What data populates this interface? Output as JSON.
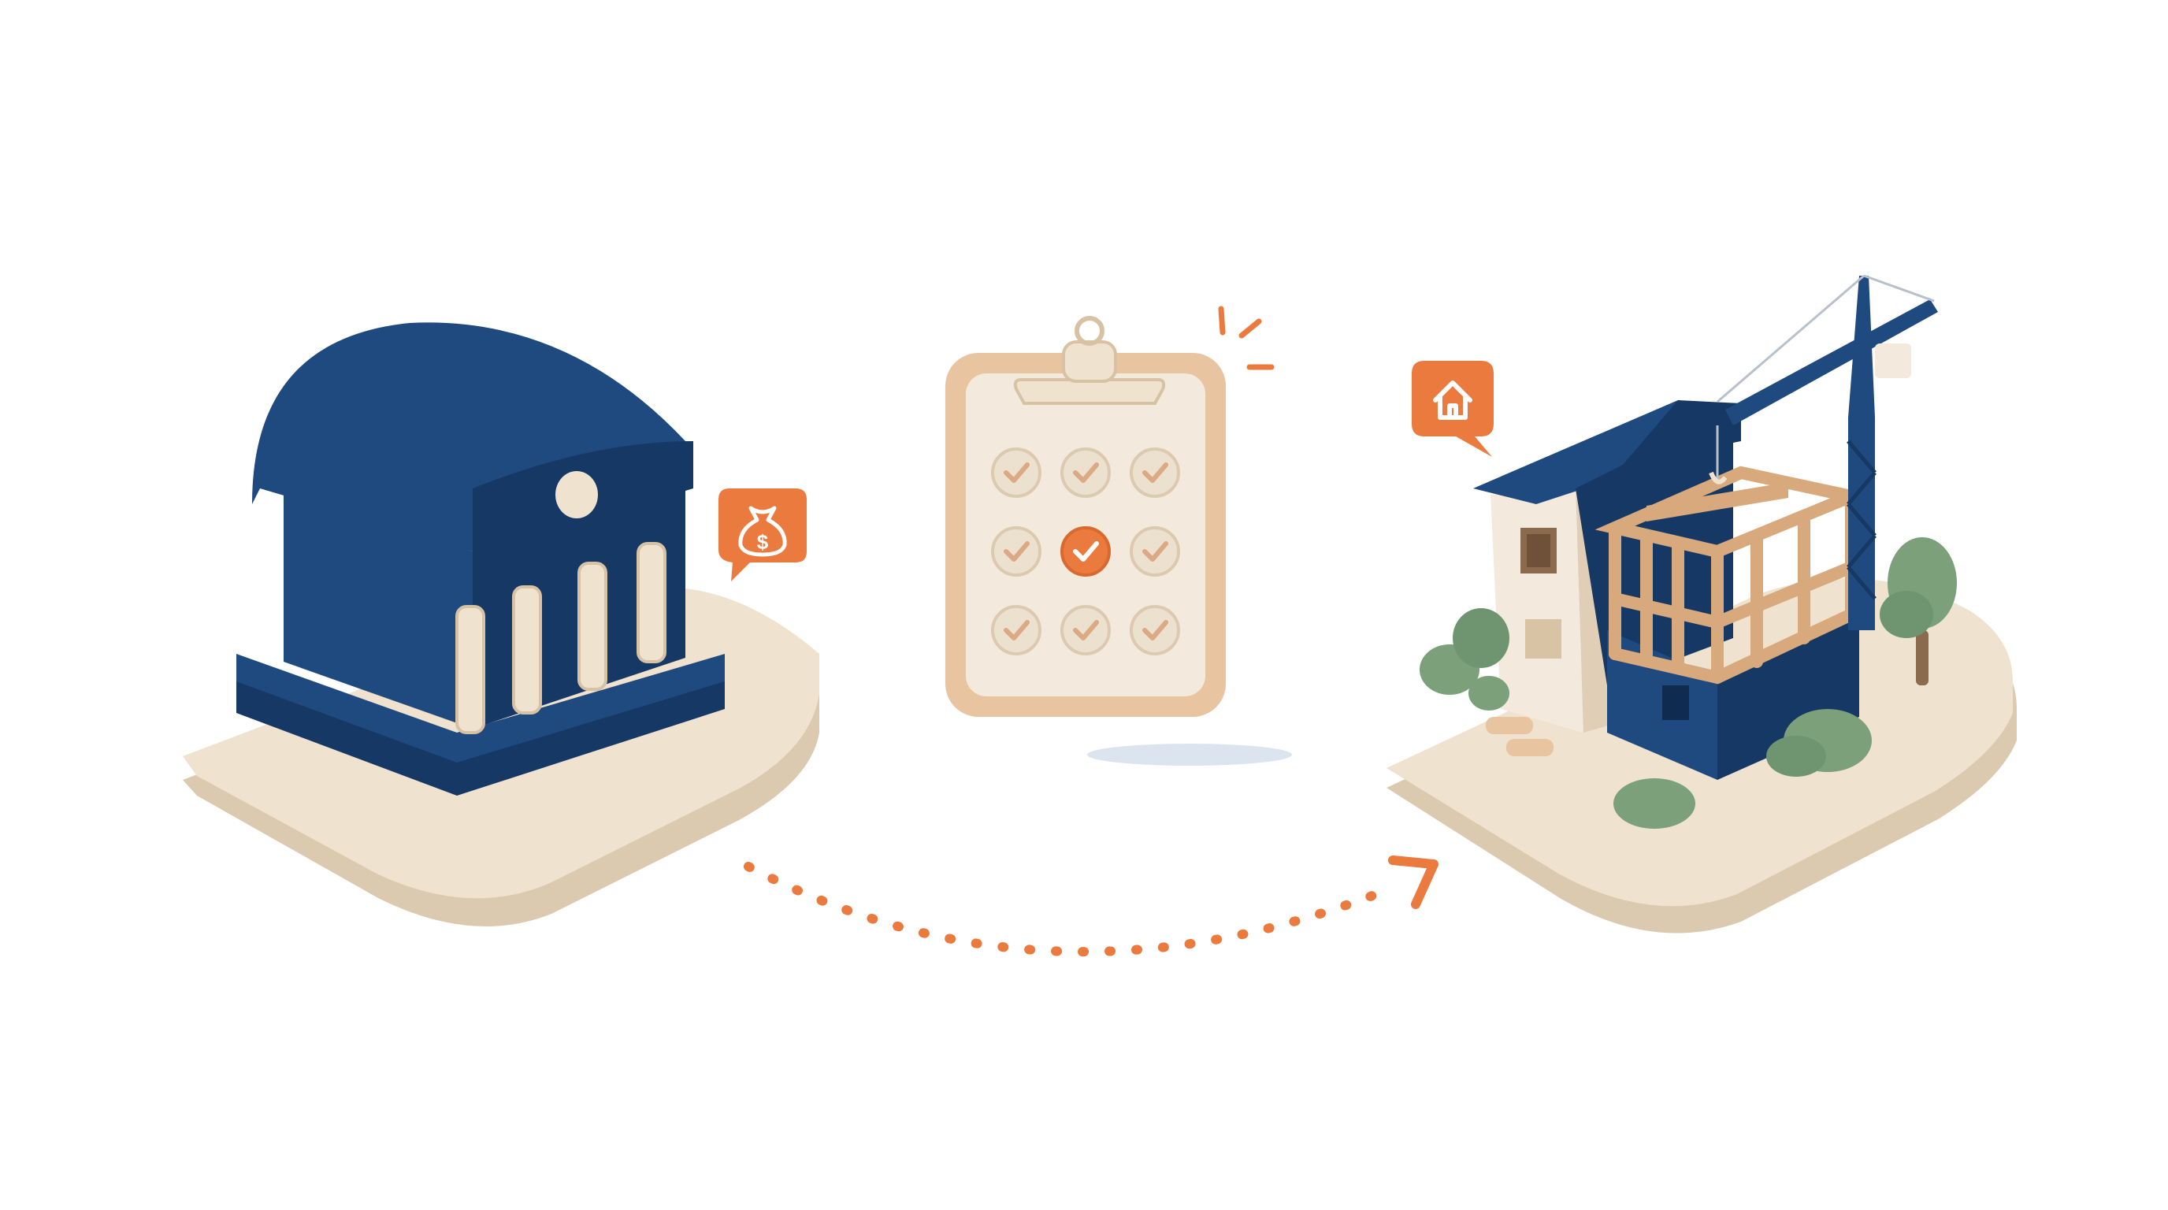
{
  "icons": {
    "bank": "bank-icon",
    "money_bag": "money-bag-icon",
    "checklist": "checklist-clipboard-icon",
    "house_badge": "house-icon",
    "construction": "house-under-construction-icon",
    "crane": "crane-icon",
    "arrow": "dotted-arrow-icon"
  },
  "badges": {
    "money_symbol": "$"
  },
  "checklist": {
    "rows": 3,
    "columns": 3,
    "highlighted_index": 4
  },
  "colors": {
    "navy": "#1f4a80",
    "navy_dark": "#163865",
    "cream": "#efe3cf",
    "cream_shade": "#dccab0",
    "orange": "#ea7a3d",
    "wood": "#d8a97c",
    "green": "#7ba07a",
    "clipboard_frame": "#e8c4a0",
    "clipboard_paper": "#f3e9dc"
  }
}
